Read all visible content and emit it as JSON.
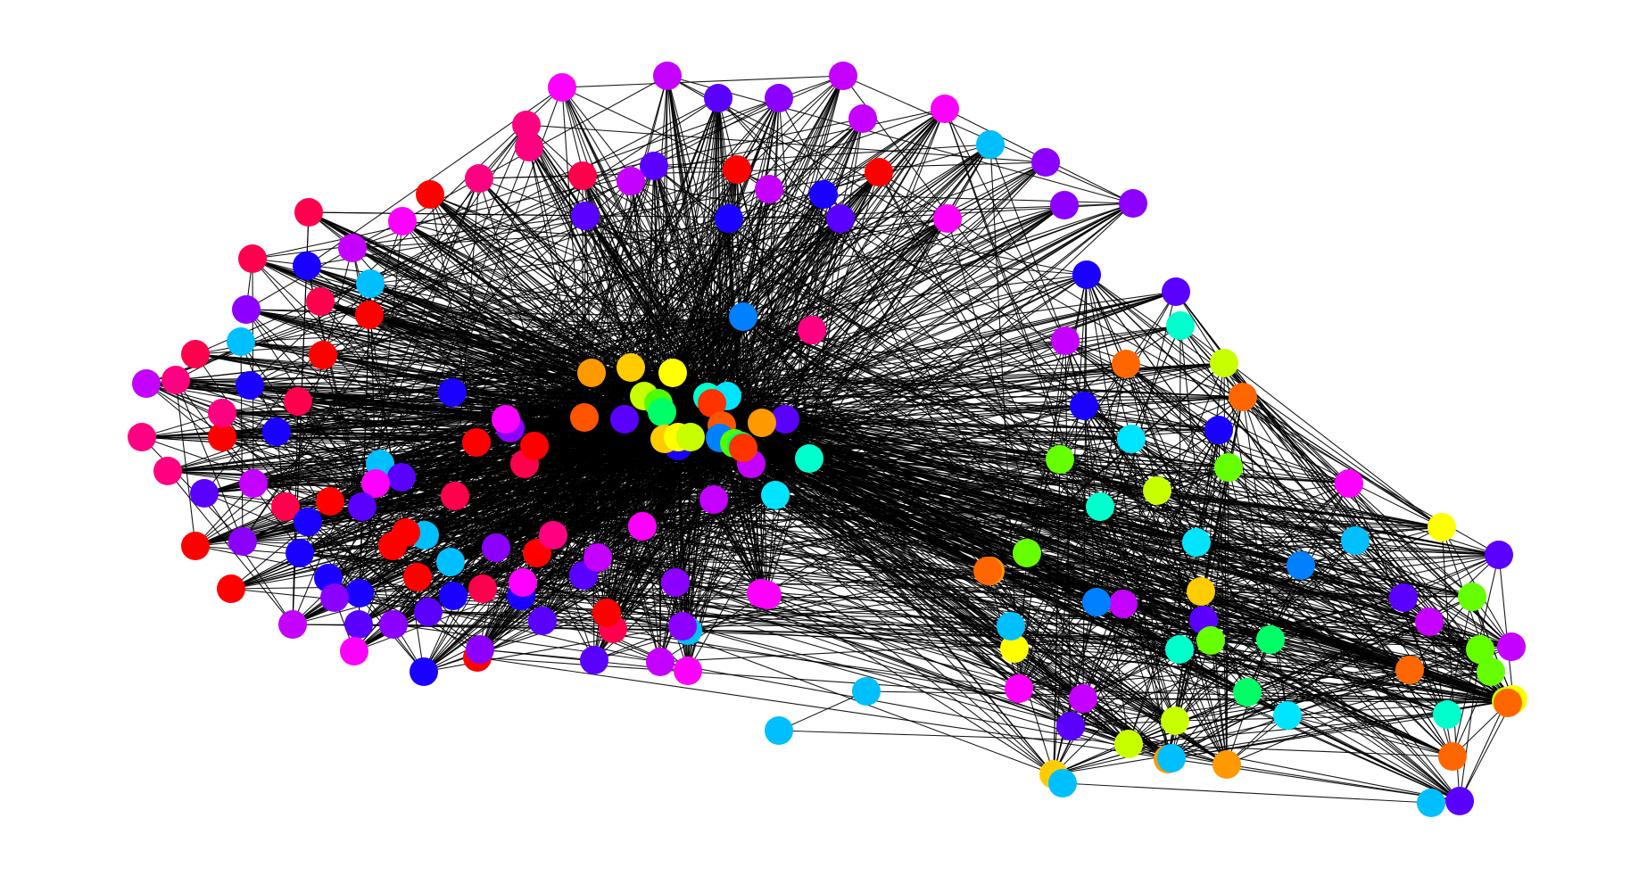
{
  "diagram": {
    "type": "network-graph",
    "title": "",
    "edge_color": "#000000",
    "background": "#ffffff",
    "legend": "none",
    "left_cluster_node_colors": [
      "#8b00ff",
      "#ff0080",
      "#1a00ff",
      "#00bfff",
      "#5a00ff",
      "#ff004d",
      "#ff0000",
      "#ff00ff",
      "#c400ff"
    ],
    "left_cluster_node_count": 110,
    "core_node_colors": [
      "#ff9900",
      "#ffcc00",
      "#ffff00",
      "#c8ff00",
      "#4dff00",
      "#00ff66",
      "#00ffcc",
      "#00e5ff",
      "#ff3300",
      "#ff5500",
      "#007fff"
    ],
    "core_node_count": 22,
    "right_cluster_node_colors": [
      "#ff9900",
      "#ffcc00",
      "#ffff00",
      "#c8ff00",
      "#66ff00",
      "#00ff66",
      "#00ffcc",
      "#00e5ff",
      "#00bfff",
      "#007fff",
      "#1a00ff",
      "#5a00ff",
      "#c400ff",
      "#ff00ff",
      "#ff6600"
    ],
    "right_cluster_node_count": 55
  }
}
